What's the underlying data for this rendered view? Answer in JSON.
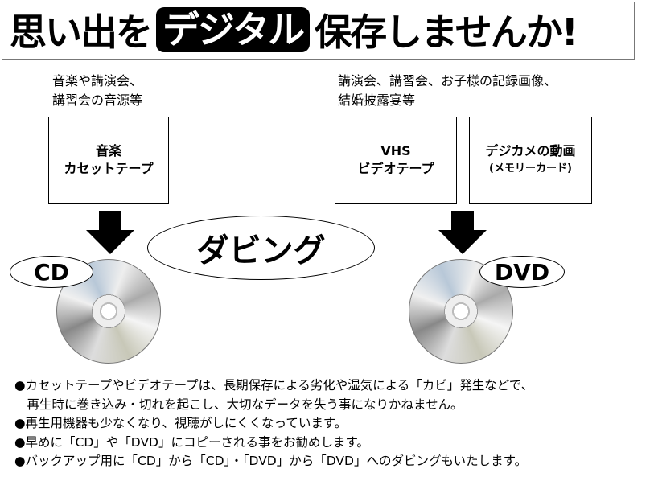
{
  "title": {
    "before": "思い出を",
    "highlight": "デジタル",
    "after": "保存しませんか!"
  },
  "left_caption": [
    "音楽や講演会、",
    "講習会の音源等"
  ],
  "right_caption": [
    "講演会、講習会、お子様の記録画像、",
    "結婚披露宴等"
  ],
  "boxes": [
    {
      "line1": "音楽",
      "line2": "カセットテープ"
    },
    {
      "line1": "VHS",
      "line2": "ビデオテープ"
    },
    {
      "line1": "デジカメの動画",
      "line2": "(メモリーカード)"
    }
  ],
  "dubbing": "ダビング",
  "cd_label": "CD",
  "dvd_label": "DVD",
  "bullets": [
    "●カセットテープやビデオテープは、長期保存による劣化や湿気による「カビ」発生などで、",
    "　再生時に巻き込み・切れを起こし、大切なデータを失う事になりかねません。",
    "●再生用機器も少なくなり、視聴がしにくくなっています。",
    "●早めに「CD」や「DVD」にコピーされる事をお勧めします。",
    "●バックアップ用に「CD」から「CD」・「DVD」から「DVD」へのダビングもいたします。"
  ]
}
